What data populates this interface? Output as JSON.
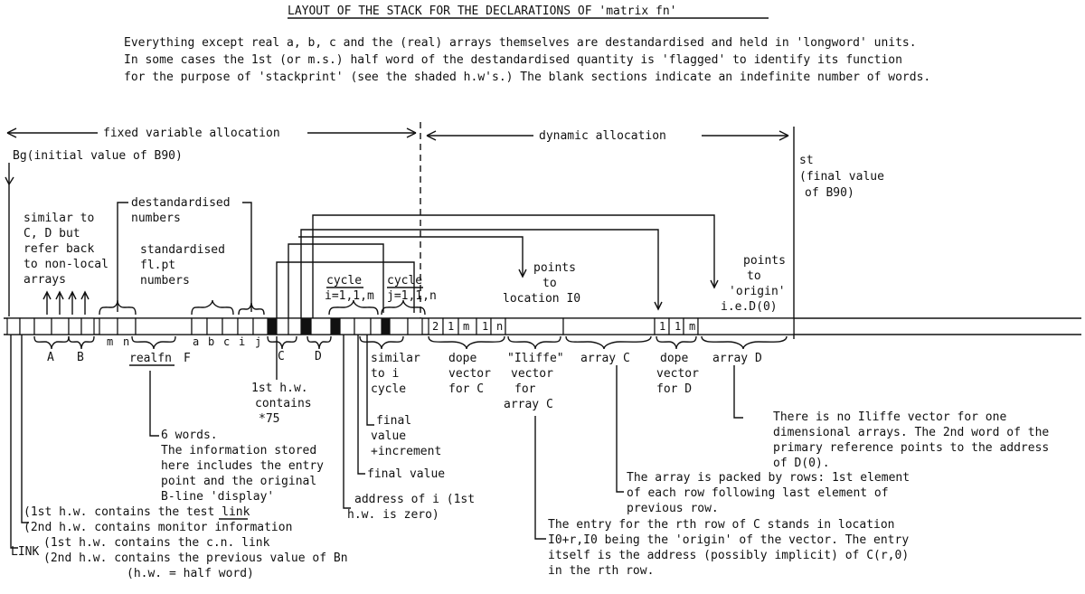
{
  "title": "LAYOUT OF THE STACK FOR THE DECLARATIONS OF 'matrix fn'",
  "intro": [
    "Everything except real a, b, c and the (real) arrays themselves are destandardised and held in 'longword' units.",
    "In some cases the 1st (or m.s.) half word of the destandardised quantity is 'flagged' to identify its function",
    "for the purpose of 'stackprint' (see the shaded h.w's.)  The blank sections indicate an indefinite number of words."
  ],
  "headers": {
    "fixed": "fixed variable allocation",
    "dynamic": "dynamic allocation",
    "bg": "Bg(initial value of B90)",
    "st_line1": "st",
    "st_line2": "(final value",
    "st_line3": "of B90)"
  },
  "upper_labels": {
    "similar": [
      "similar to",
      "C, D but",
      "refer back",
      "to non-local",
      "arrays"
    ],
    "destandardised": [
      "destandardised",
      "numbers"
    ],
    "standardised": [
      "standardised",
      "fl.pt",
      "numbers"
    ],
    "cycle_i": [
      "cycle",
      "i=1,1,m"
    ],
    "cycle_j": [
      "cycle",
      "j=1,1,n"
    ],
    "points_I0": [
      "points",
      "to",
      "location I0"
    ],
    "points_origin": [
      "points",
      "to",
      "'origin'",
      "i.e.D(0)"
    ]
  },
  "cells": {
    "mn": [
      "m",
      "n"
    ],
    "abcij": [
      "a",
      "b",
      "c",
      "i",
      "j"
    ],
    "dope_c": [
      "2",
      "1",
      "m",
      "1",
      "n"
    ],
    "dope_d": [
      "1",
      "1",
      "m"
    ]
  },
  "lower_labels": {
    "A": "A",
    "B": "B",
    "realfn": "realfn",
    "F": "F",
    "C": "C",
    "D": "D",
    "similar_i": [
      "similar",
      "to i",
      "cycle"
    ],
    "dope_c_label": [
      "dope",
      "vector",
      "for C"
    ],
    "iliffe_label": [
      "\"Iliffe\"",
      "vector",
      "for",
      "array C"
    ],
    "array_c": "array C",
    "dope_d_label": [
      "dope",
      "vector",
      "for D"
    ],
    "array_d": "array D",
    "first_hw": [
      "1st h.w.",
      "contains",
      "*75"
    ],
    "six_words": [
      "6 words.",
      "The information stored",
      "here includes the entry",
      "point and the original",
      "B-line 'display'"
    ],
    "final_inc": [
      "final",
      "value",
      "+increment"
    ],
    "final_value": "final value",
    "address_i": [
      "address of i (1st",
      "h.w. is zero)"
    ],
    "test_link": [
      "(1st h.w. contains the test link",
      "(2nd h.w. contains monitor information"
    ],
    "link": [
      "LINK",
      "(1st h.w. contains the c.n. link",
      "(2nd h.w. contains the previous value of Bn",
      "(h.w. = half word)"
    ],
    "iliffe_note": [
      "There is no Iliffe vector for one",
      "dimensional arrays.  The 2nd word of the",
      "primary reference points to the address",
      "of D(0)."
    ],
    "packed_note": [
      "The array is packed by rows: 1st element",
      "of each row following last element of",
      "previous row."
    ],
    "entry_note": [
      "The entry for the rth row of C stands in location",
      "I0+r,I0 being the 'origin' of the vector.  The entry",
      "itself is the address (possibly implicit) of C(r,0)",
      "in the rth row."
    ]
  }
}
